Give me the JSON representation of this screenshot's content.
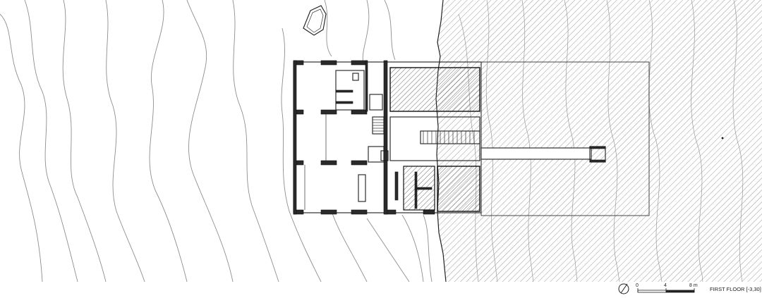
{
  "drawing": {
    "title": "FIRST FLOOR [-3,30]",
    "scale": {
      "labels": [
        "0",
        "4",
        "8 m"
      ]
    },
    "north_arrow": "north-arrow-icon"
  },
  "colors": {
    "line": "#1c1c1c",
    "contour": "#8e8e8e",
    "background": "#ffffff"
  }
}
